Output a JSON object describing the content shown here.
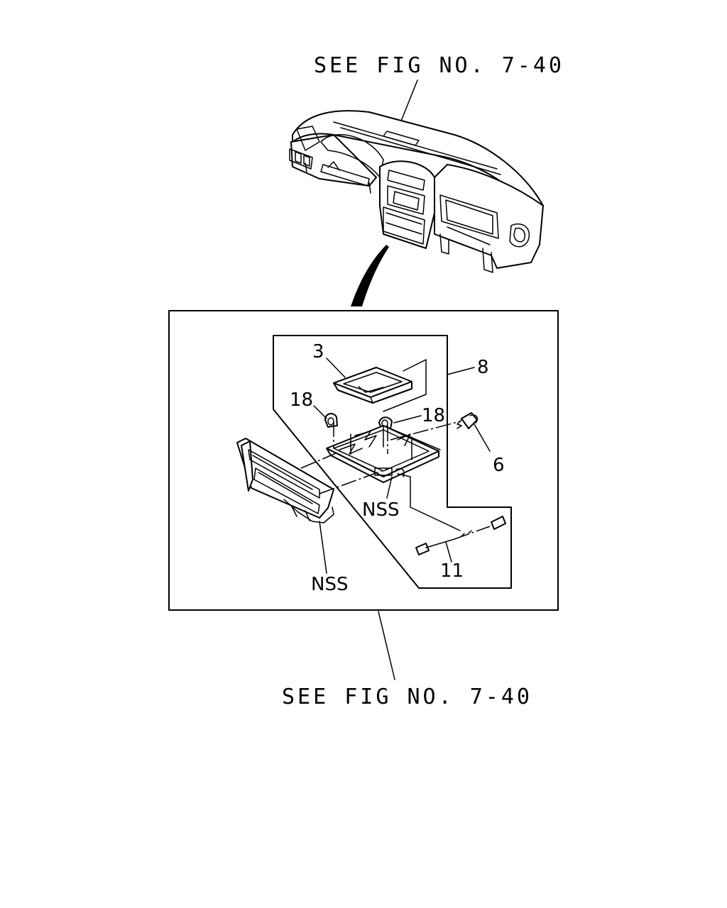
{
  "references": {
    "top": "SEE FIG NO. 7-40",
    "bottom": "SEE FIG NO. 7-40"
  },
  "callouts": {
    "part_3": "3",
    "part_8": "8",
    "part_18_left": "18",
    "part_18_right": "18",
    "part_6": "6",
    "nss_center": "NSS",
    "nss_lower": "NSS",
    "part_11": "11"
  }
}
